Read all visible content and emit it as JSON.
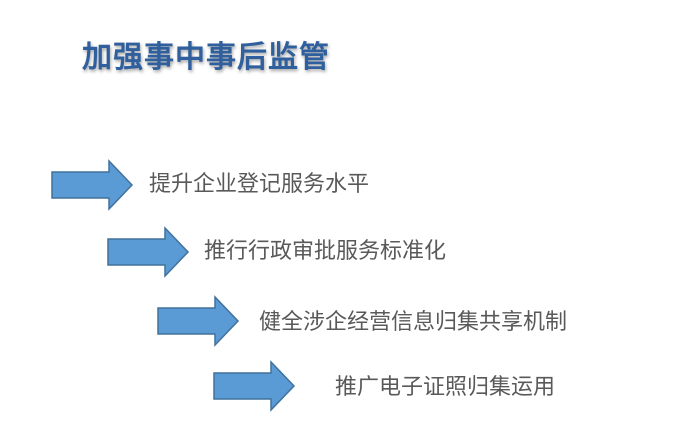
{
  "title": "加强事中事后监管",
  "colors": {
    "title": "#2f5f9c",
    "arrow_fill": "#5b9bd5",
    "arrow_stroke": "#41719c",
    "text": "#595959",
    "background": "#ffffff"
  },
  "bullets": [
    {
      "icon": "right-arrow-icon",
      "text": "提升企业登记服务水平"
    },
    {
      "icon": "right-arrow-icon",
      "text": "推行行政审批服务标准化"
    },
    {
      "icon": "right-arrow-icon",
      "text": "健全涉企经营信息归集共享机制"
    },
    {
      "icon": "right-arrow-icon",
      "text": "推广电子证照归集运用"
    }
  ]
}
